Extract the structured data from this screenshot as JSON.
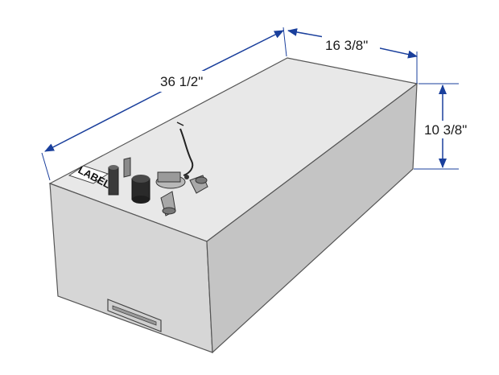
{
  "dimensions": {
    "length": "36 1/2\"",
    "width": "16 3/8\"",
    "height": "10 3/8\""
  },
  "tank_label": "LABEL",
  "colors": {
    "top_face": "#e8e8e8",
    "front_face": "#d4d4d4",
    "side_face": "#c2c2c2",
    "edge": "#555555",
    "dimension_arrow": "#1a3f9c"
  }
}
